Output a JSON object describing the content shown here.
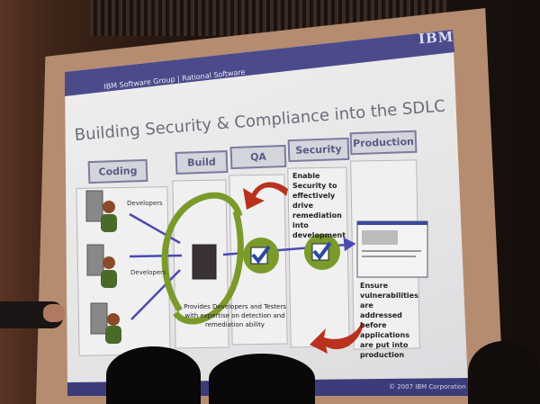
{
  "slide": {
    "header": "IBM Software Group | Rational Software",
    "logo": "IBM",
    "title": "Building Security & Compliance into the SDLC",
    "columns": [
      "Coding",
      "Build",
      "QA",
      "Security",
      "Production"
    ],
    "developer_labels": [
      "Developers",
      "Developers"
    ],
    "security_note": "Enable Security to effectively drive remediation into development",
    "production_note": "Ensure vulnerabilities are addressed before applications are put into production",
    "build_note": "Provides Developers and Testers with expertise on detection and remediation ability",
    "footer": "© 2007 IBM Corporation",
    "colors": {
      "header_bar": "#4b4b8c",
      "arrow_green": "#7a9a2a",
      "arrow_red": "#b8321e",
      "flow_arrow": "#4a4ab0"
    }
  }
}
